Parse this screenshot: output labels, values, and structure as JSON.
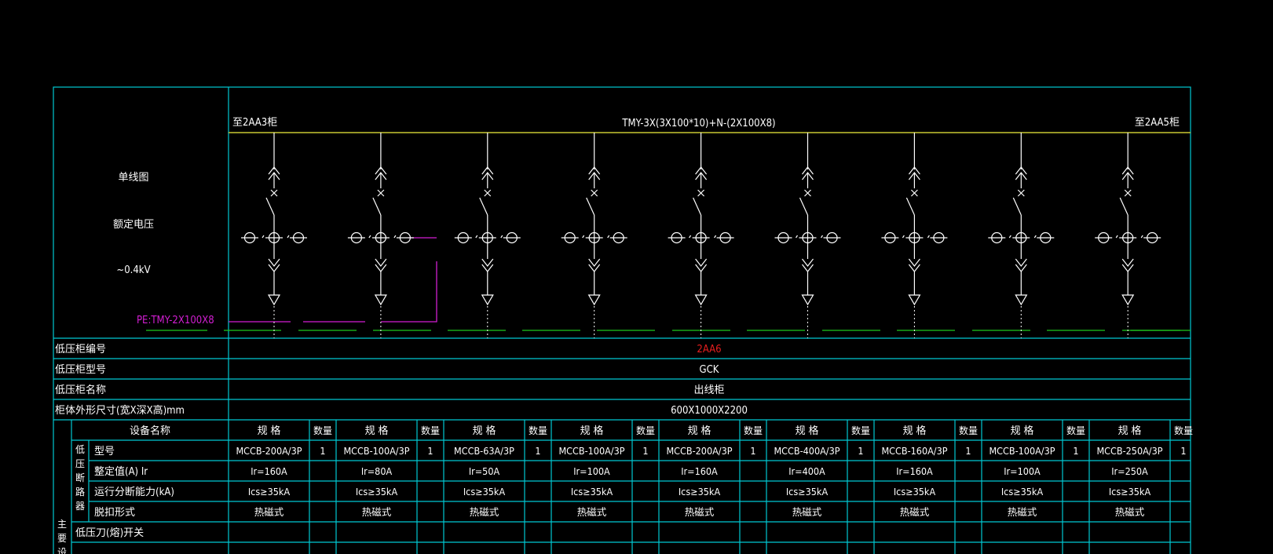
{
  "diagram": {
    "bus_from": "至2AA3柜",
    "bus_spec": "TMY-3X(3X100*10)+N-(2X100X8)",
    "bus_to": "至2AA5柜",
    "pe_label": "PE:TMY-2X100X8",
    "left_panel": [
      "单线图",
      "额定电压",
      "~0.4kV"
    ]
  },
  "info_rows": [
    {
      "label": "低压柜编号",
      "value": "2AA6",
      "color": "#e61e1e"
    },
    {
      "label": "低压柜型号",
      "value": "GCK",
      "color": "#ffffff"
    },
    {
      "label": "低压柜名称",
      "value": "出线柜",
      "color": "#ffffff"
    },
    {
      "label": "柜体外形尺寸(宽X深X高)mm",
      "value": "600X1000X2200",
      "color": "#ffffff"
    }
  ],
  "equipment": {
    "title": "设备名称",
    "spec_header": "规 格",
    "qty_header": "数量",
    "group_label": "低压断路器",
    "side_label": "主要设",
    "rows": [
      {
        "label": "型号",
        "cells": [
          "MCCB-200A/3P",
          "MCCB-100A/3P",
          "MCCB-63A/3P",
          "MCCB-100A/3P",
          "MCCB-200A/3P",
          "MCCB-400A/3P",
          "MCCB-160A/3P",
          "MCCB-100A/3P",
          "MCCB-250A/3P"
        ],
        "qty": [
          "1",
          "1",
          "1",
          "1",
          "1",
          "1",
          "1",
          "1",
          "1"
        ]
      },
      {
        "label": "整定值(A) Ir",
        "cells": [
          "Ir=160A",
          "Ir=80A",
          "Ir=50A",
          "Ir=100A",
          "Ir=160A",
          "Ir=400A",
          "Ir=160A",
          "Ir=100A",
          "Ir=250A"
        ],
        "qty": [
          "",
          "",
          "",
          "",
          "",
          "",
          "",
          "",
          ""
        ]
      },
      {
        "label": "运行分断能力(kA)",
        "cells": [
          "Ics≥35kA",
          "Ics≥35kA",
          "Ics≥35kA",
          "Ics≥35kA",
          "Ics≥35kA",
          "Ics≥35kA",
          "Ics≥35kA",
          "Ics≥35kA",
          "Ics≥35kA"
        ],
        "qty": [
          "",
          "",
          "",
          "",
          "",
          "",
          "",
          "",
          ""
        ]
      },
      {
        "label": "脱扣形式",
        "cells": [
          "热磁式",
          "热磁式",
          "热磁式",
          "热磁式",
          "热磁式",
          "热磁式",
          "热磁式",
          "热磁式",
          "热磁式"
        ],
        "qty": [
          "",
          "",
          "",
          "",
          "",
          "",
          "",
          "",
          ""
        ]
      }
    ],
    "extra_row_label": "低压刀(熔)开关",
    "colors": {
      "grid": "#00c8d2",
      "bus": "#c8c832",
      "pe": "#d21ed2",
      "ground": "#1ec81e",
      "red": "#e61e1e"
    }
  }
}
